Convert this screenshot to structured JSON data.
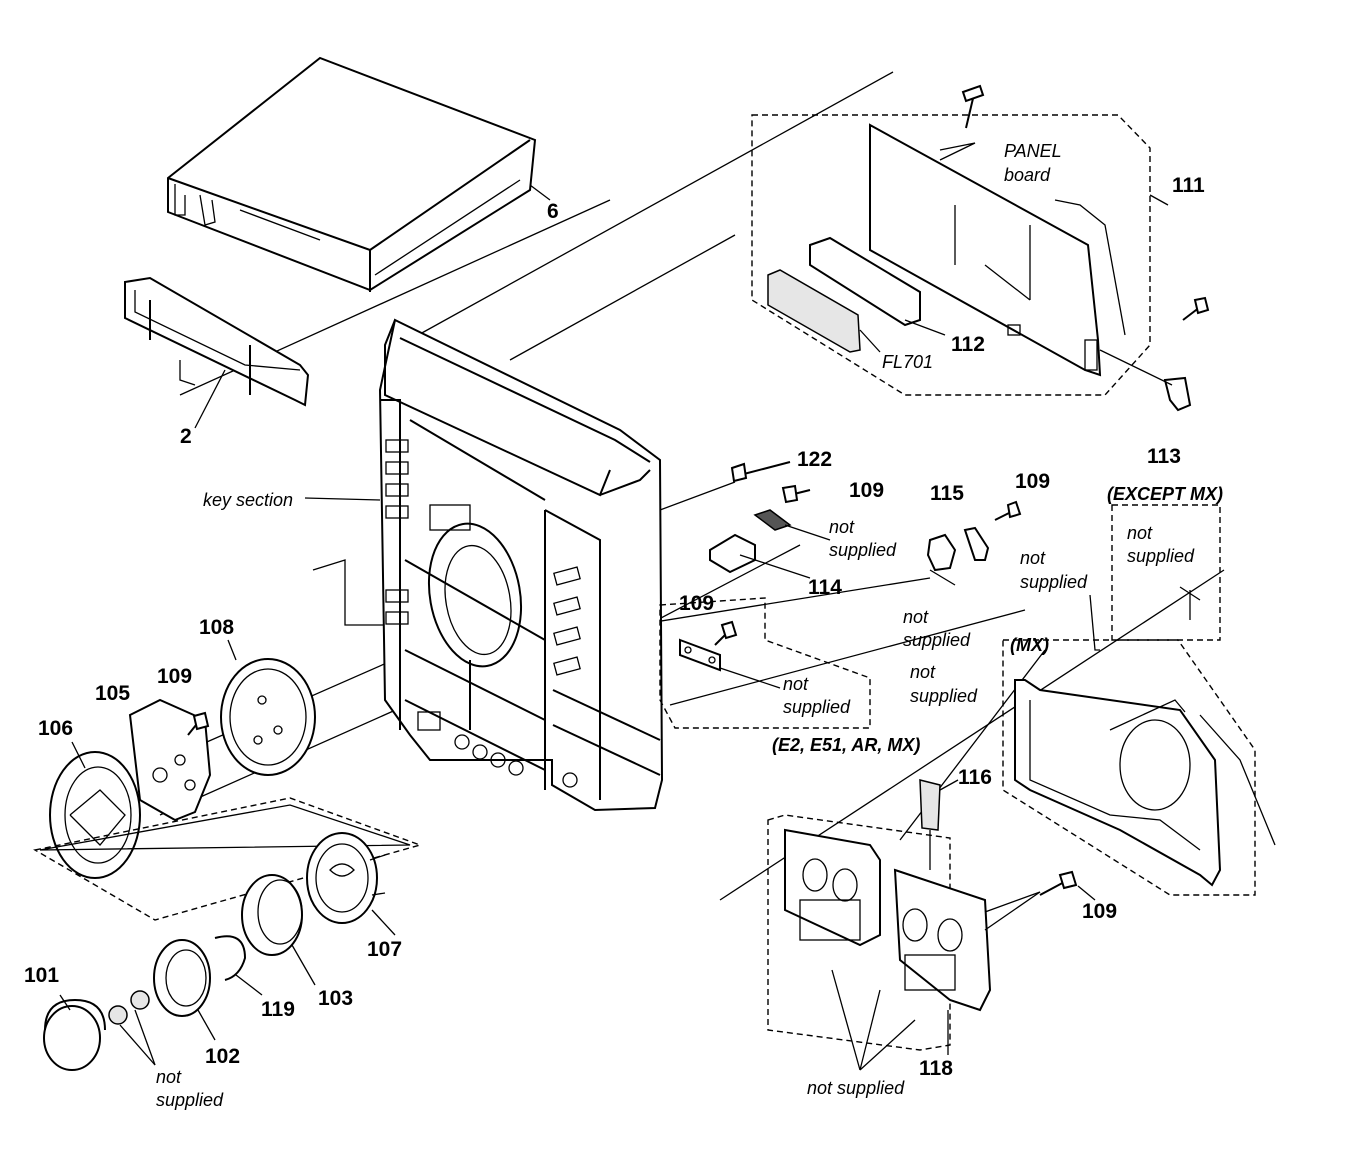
{
  "parts": {
    "p6": "6",
    "p2": "2",
    "p111": "111",
    "p112": "112",
    "p113": "113",
    "p122": "122",
    "p109a": "109",
    "p109b": "109",
    "p109c": "109",
    "p109d": "109",
    "p109e": "109",
    "p115": "115",
    "p114": "114",
    "p108": "108",
    "p105": "105",
    "p106": "106",
    "p107": "107",
    "p103": "103",
    "p119": "119",
    "p102": "102",
    "p101": "101",
    "p116": "116",
    "p118": "118"
  },
  "labels": {
    "panel": "PANEL",
    "board": "board",
    "fl701": "FL701",
    "key_section": "key section",
    "except_mx": "(EXCEPT MX)",
    "mx": "(MX)",
    "regions": "(E2, E51, AR, MX)",
    "not": "not",
    "supplied": "supplied"
  }
}
